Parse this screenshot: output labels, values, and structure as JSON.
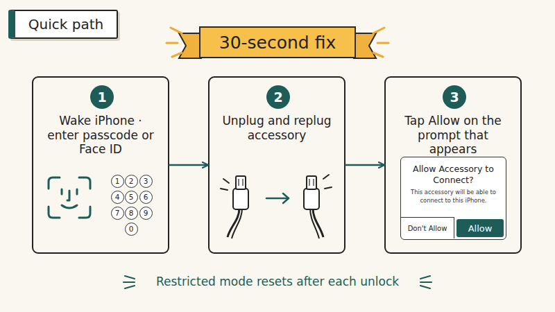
{
  "diagram": {
    "title": "30-second fix",
    "caption": "Restricted mode resets after each unlock",
    "nodes": [
      {
        "text": [
          "Quick path"
        ]
      },
      {
        "text": [
          "Wake iPhone · enter passcode or Face ID"
        ]
      },
      {
        "text": [
          "1"
        ],
        "in": 1
      },
      {
        "text": [
          "1"
        ],
        "in": 1
      },
      {
        "text": [
          "2"
        ],
        "in": 1
      },
      {
        "text": [
          "3"
        ],
        "in": 1
      },
      {
        "text": [
          "4"
        ],
        "in": 1
      },
      {
        "text": [
          "5"
        ],
        "in": 1
      },
      {
        "text": [
          "6"
        ],
        "in": 1
      },
      {
        "text": [
          "7"
        ],
        "in": 1
      },
      {
        "text": [
          "8"
        ],
        "in": 1
      },
      {
        "text": [
          "9"
        ],
        "in": 1
      },
      {
        "text": [
          "0"
        ],
        "in": 1
      },
      {
        "text": [
          "Unplug and replug accessory"
        ]
      },
      {
        "text": [
          "2"
        ],
        "in": 13
      },
      {
        "text": [
          "Tap Allow on the prompt that appears"
        ]
      },
      {
        "text": [
          "3"
        ],
        "in": 15
      },
      {
        "text": [
          "Allow Accessory to Connect?",
          "This accessory will be able to connect to this iPhone."
        ],
        "in": 15
      },
      {
        "text": [
          "Don't Allow"
        ],
        "in": 17
      },
      {
        "text": [
          "Allow"
        ],
        "in": 17
      }
    ],
    "edges": [
      {
        "from": 1,
        "to": 13,
        "arrow": "to"
      },
      {
        "from": 13,
        "to": 15,
        "arrow": "to"
      }
    ]
  }
}
